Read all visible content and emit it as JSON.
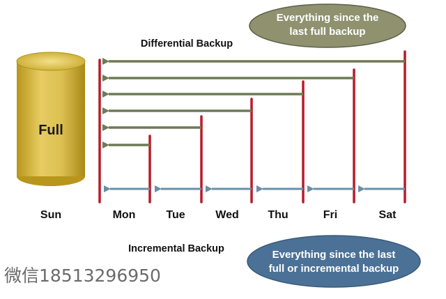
{
  "differential": {
    "title": "Differential Backup",
    "note_line1": "Everything since the",
    "note_line2": "last full backup"
  },
  "incremental": {
    "title": "Incremental Backup",
    "note_line1": "Everything since the last",
    "note_line2": "full or incremental backup"
  },
  "full_label": "Full",
  "days": [
    "Sun",
    "Mon",
    "Tue",
    "Wed",
    "Thu",
    "Fri",
    "Sat"
  ],
  "watermark": "微信18513296950",
  "colors": {
    "marker": "#b71c2a",
    "differential_arrow": "#6e7a55",
    "incremental_arrow": "#6a8fa6",
    "diff_oval": "#8f916f",
    "inc_oval": "#4b7196",
    "cylinder": "#d4b640"
  }
}
